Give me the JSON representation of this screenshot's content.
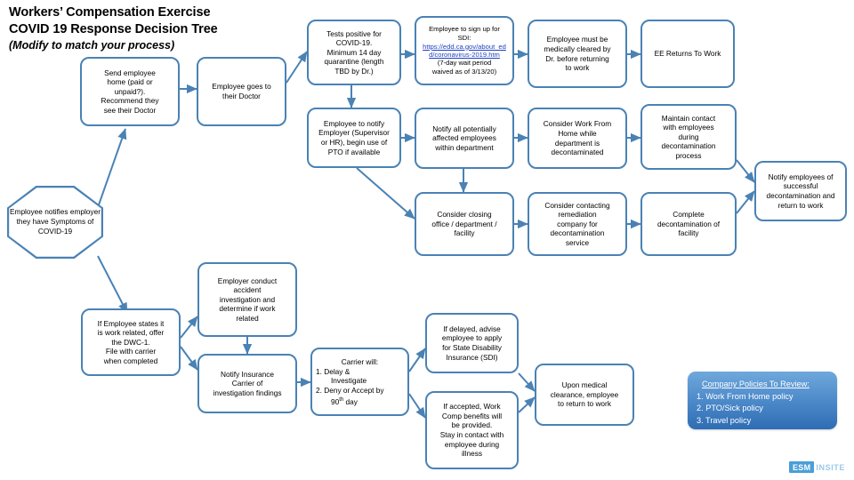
{
  "title": {
    "line1": "Workers’ Compensation Exercise",
    "line2": "COVID 19 Response Decision Tree",
    "subtitle": "(Modify to match your process)"
  },
  "colors": {
    "node_border": "#4A82B4",
    "node_fill": "#FFFFFF",
    "link_text": "#1F3FBF",
    "policy_fill": "#4A87C8",
    "policy_text": "#FFFFFF",
    "logo_blue": "#4A9FD8"
  },
  "nodes": {
    "symptoms": {
      "shape": "octagon",
      "lines": [
        "Employee",
        "notifies",
        "employer they",
        "have Symptoms",
        "of COVID-19"
      ]
    },
    "send_home": {
      "shape": "rounded-rect",
      "lines": [
        "Send employee",
        "home (paid or",
        "unpaid?).",
        "Recommend they",
        "see their Doctor"
      ]
    },
    "goes_doctor": {
      "shape": "rounded-rect",
      "lines": [
        "Employee goes to",
        "their Doctor"
      ]
    },
    "tests_positive": {
      "shape": "rounded-rect",
      "lines": [
        "Tests positive for",
        "COVID-19.",
        "Minimum 14 day",
        "quarantine (length",
        "TBD by Dr.)"
      ]
    },
    "sdi_signup": {
      "shape": "rounded-rect",
      "lines_before": [
        "Employee to sign up for",
        "SDI:"
      ],
      "link": "https://edd.ca.gov/about_edd/coronavirus-2019.htm",
      "lines_after": [
        "(7-day wait period",
        "waived as of 3/13/20)"
      ]
    },
    "medically_cleared": {
      "shape": "rounded-rect",
      "lines": [
        "Employee must be",
        "medically cleared by",
        "Dr. before returning",
        "to work"
      ]
    },
    "ee_returns": {
      "shape": "rounded-rect",
      "lines": [
        "EE Returns To Work"
      ]
    },
    "notify_employer": {
      "shape": "rounded-rect",
      "lines": [
        "Employee to notify",
        "Employer (Supervisor",
        "or HR), begin use of",
        "PTO if available"
      ]
    },
    "notify_affected": {
      "shape": "rounded-rect",
      "lines": [
        "Notify all potentially",
        "affected employees",
        "within department"
      ]
    },
    "work_from_home": {
      "shape": "rounded-rect",
      "lines": [
        "Consider Work From",
        "Home while",
        "department is",
        "decontaminated"
      ]
    },
    "maintain_contact": {
      "shape": "rounded-rect",
      "lines": [
        "Maintain contact",
        "with employees",
        "during",
        "decontamination",
        "process"
      ]
    },
    "notify_success": {
      "shape": "rounded-rect",
      "lines": [
        "Notify employees of",
        "successful",
        "decontamination and",
        "return to work"
      ]
    },
    "consider_closing": {
      "shape": "rounded-rect",
      "lines": [
        "Consider closing",
        "office / department /",
        "facility"
      ]
    },
    "remediation": {
      "shape": "rounded-rect",
      "lines": [
        "Consider contacting",
        "remediation",
        "company for",
        "decontamination",
        "service"
      ]
    },
    "complete_decon": {
      "shape": "rounded-rect",
      "lines": [
        "Complete",
        "decontamination of",
        "facility"
      ]
    },
    "work_related": {
      "shape": "rounded-rect",
      "lines": [
        "If Employee states it",
        "is work related, offer",
        "the DWC-1.",
        "File with carrier",
        "when completed"
      ]
    },
    "employer_investigate": {
      "shape": "rounded-rect",
      "lines": [
        "Employer conduct",
        "accident",
        "investigation and",
        "determine if work",
        "related"
      ]
    },
    "notify_carrier": {
      "shape": "rounded-rect",
      "lines": [
        "Notify Insurance",
        "Carrier of",
        "investigation findings"
      ]
    },
    "carrier_will": {
      "shape": "rounded-rect",
      "heading": "Carrier will:",
      "items": [
        "1. Delay & Investigate",
        "2. Deny or Accept by 90th day"
      ],
      "item1_l1": "1. Delay &",
      "item1_l2": "Investigate",
      "item2_l1": "2. Deny or Accept by",
      "item2_l2_pre": "90",
      "item2_l2_sup": "th",
      "item2_l2_post": " day"
    },
    "if_delayed": {
      "shape": "rounded-rect",
      "lines": [
        "If delayed, advise",
        "employee to apply",
        "for State Disability",
        "Insurance (SDI)"
      ]
    },
    "if_accepted": {
      "shape": "rounded-rect",
      "lines": [
        "If accepted, Work",
        "Comp benefits will",
        "be provided.",
        "Stay in contact with",
        "employee during",
        "illness"
      ]
    },
    "upon_clearance": {
      "shape": "rounded-rect",
      "lines": [
        "Upon medical",
        "clearance, employee",
        "to return to work"
      ]
    }
  },
  "policy_box": {
    "heading": "Company Policies To Review:",
    "items": [
      "1.  Work From Home policy",
      "2.  PTO/Sick policy",
      "3.  Travel policy"
    ]
  },
  "logo": {
    "mark": "ESM",
    "word": "INSITE"
  }
}
